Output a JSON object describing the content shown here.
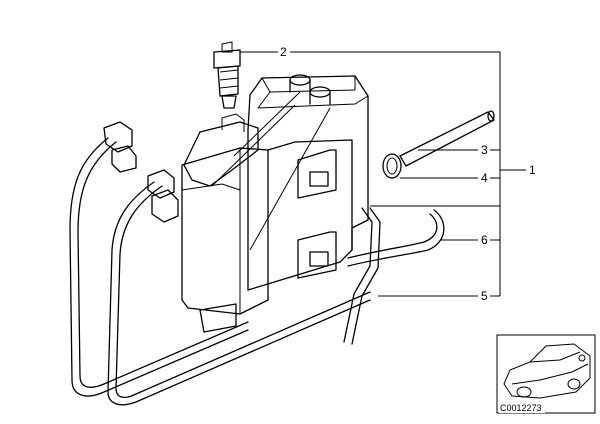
{
  "callouts": {
    "p1": "1",
    "p2": "2",
    "p3": "3",
    "p4": "4",
    "p5": "5",
    "p6": "6"
  },
  "inset": {
    "code": "C0012273"
  }
}
